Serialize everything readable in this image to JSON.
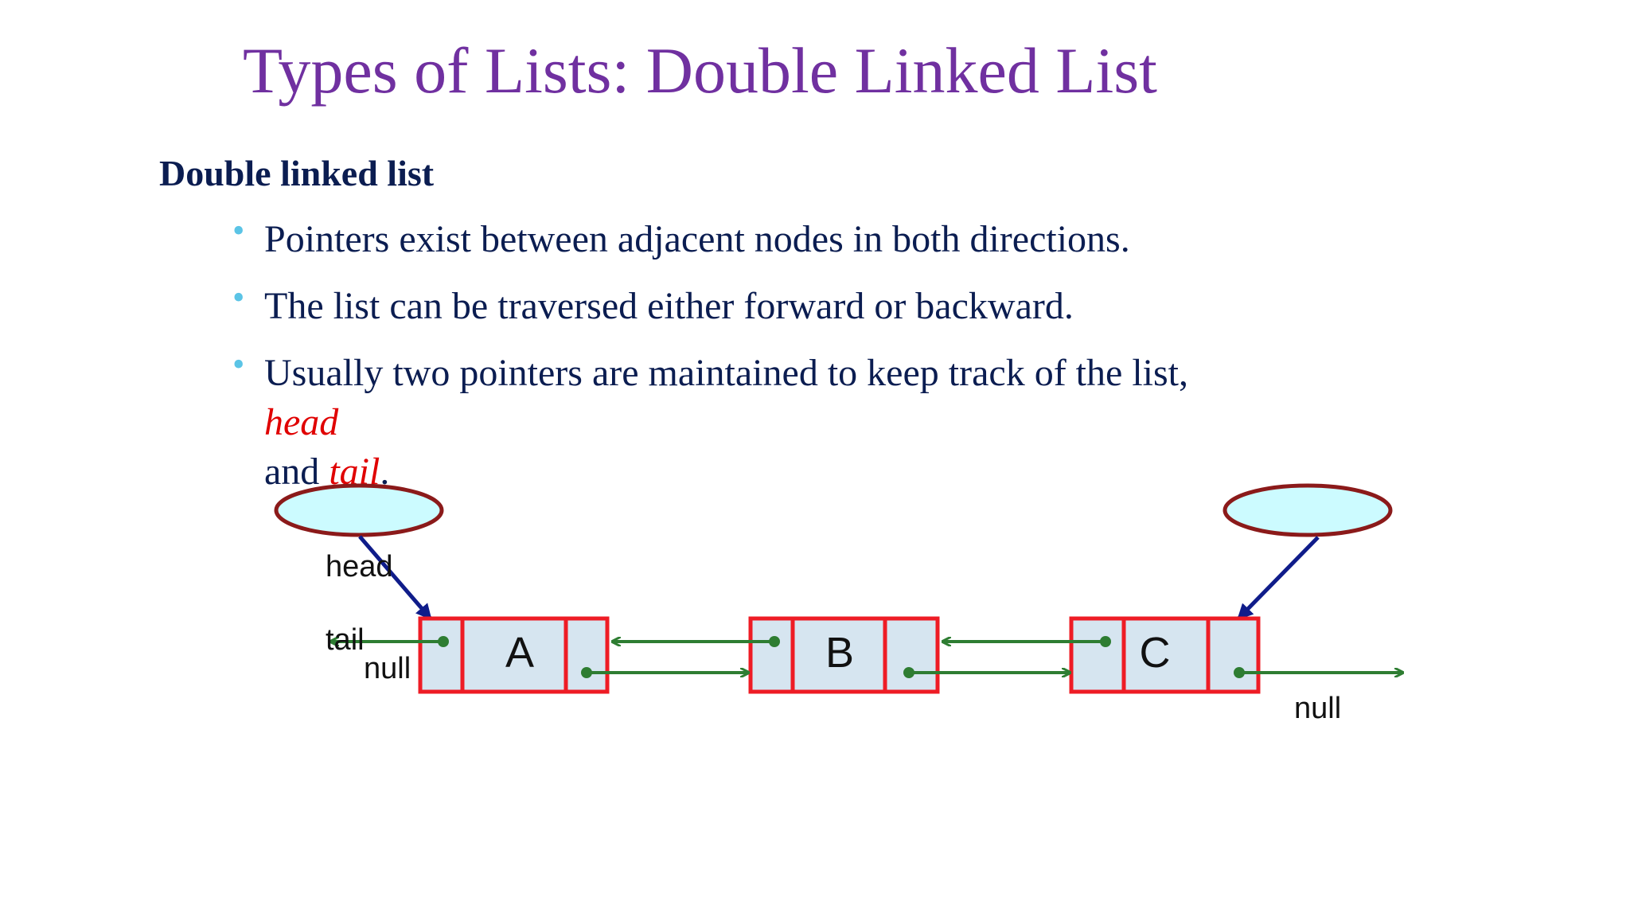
{
  "title": "Types of Lists: Double Linked List",
  "subheading": "Double linked list",
  "bullets": [
    "Pointers exist between adjacent nodes in both directions.",
    "The list can be traversed either forward or backward.",
    "Usually two pointers are maintained to keep track of the list,"
  ],
  "bullet3_line2": "head",
  "bullet3_line3_and": "and ",
  "bullet3_line3_tail": "tail",
  "bullet3_line3_end": ".",
  "diagram": {
    "head_label": "head",
    "tail_label": "tail",
    "null_left": "null",
    "null_right": "null",
    "nodes": [
      "A",
      "B",
      "C"
    ]
  },
  "colors": {
    "title": "#7030a0",
    "text": "#0b1d51",
    "bullet_dot": "#5bc4e6",
    "emphasis": "#e00000",
    "node_border": "#ee1c25",
    "node_fill": "#d6e5f0",
    "link": "#2e7d32",
    "pointer": "#0f1c8a",
    "ellipse_fill": "#ccfbff",
    "ellipse_border": "#8b1a1a"
  }
}
